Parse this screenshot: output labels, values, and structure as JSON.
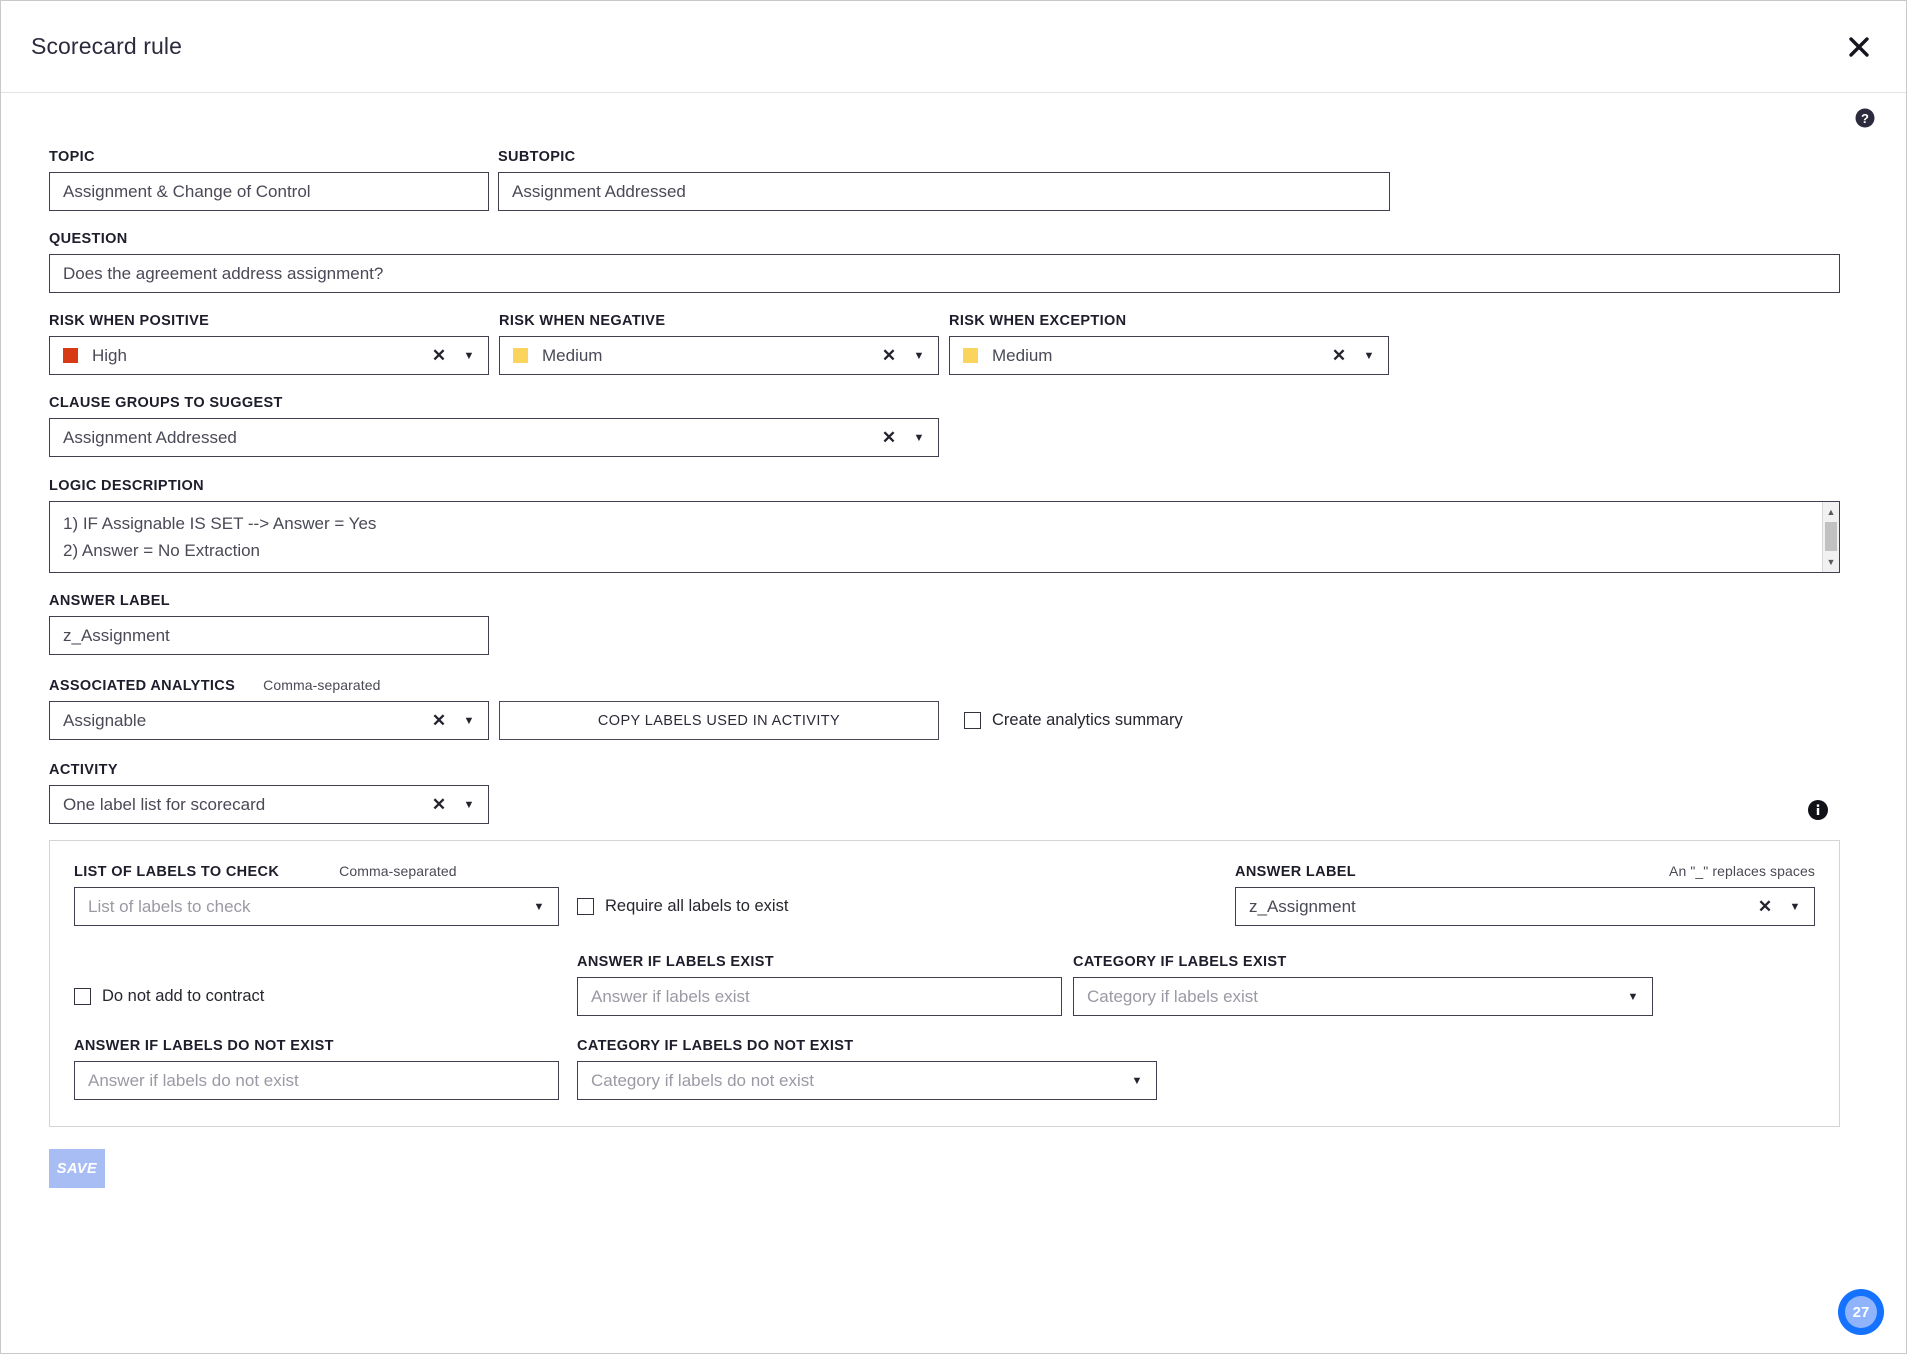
{
  "window": {
    "title": "Scorecard rule",
    "close_icon": "close-icon",
    "help_icon": "help-circle-icon"
  },
  "fields": {
    "topic": {
      "label": "TOPIC",
      "value": "Assignment & Change of Control"
    },
    "subtopic": {
      "label": "SUBTOPIC",
      "value": "Assignment Addressed"
    },
    "question": {
      "label": "QUESTION",
      "value": "Does the agreement address assignment?"
    },
    "risk_positive": {
      "label": "RISK WHEN POSITIVE",
      "value": "High",
      "color": "#d93a16"
    },
    "risk_negative": {
      "label": "RISK WHEN NEGATIVE",
      "value": "Medium",
      "color": "#fbd45e"
    },
    "risk_exception": {
      "label": "RISK WHEN EXCEPTION",
      "value": "Medium",
      "color": "#fbd45e"
    },
    "clause_groups": {
      "label": "CLAUSE GROUPS TO SUGGEST",
      "value": "Assignment Addressed"
    },
    "logic_description": {
      "label": "LOGIC DESCRIPTION",
      "lines": [
        "1) IF Assignable IS SET --> Answer = Yes",
        "2) Answer = No Extraction"
      ]
    },
    "answer_label": {
      "label": "ANSWER LABEL",
      "value": "z_Assignment"
    },
    "associated_analytics": {
      "label": "ASSOCIATED ANALYTICS",
      "hint": "Comma-separated",
      "value": "Assignable"
    },
    "copy_labels_button": "COPY LABELS USED IN ACTIVITY",
    "create_analytics_summary": {
      "label": "Create analytics summary",
      "checked": false
    },
    "activity": {
      "label": "ACTIVITY",
      "value": "One label list for scorecard"
    }
  },
  "panel": {
    "info_icon": "info-icon",
    "list_of_labels": {
      "label": "LIST OF LABELS TO CHECK",
      "hint": "Comma-separated",
      "placeholder": "List of labels to check",
      "value": ""
    },
    "require_all_labels": {
      "label": "Require all labels to exist",
      "checked": false
    },
    "answer_label": {
      "label": "ANSWER LABEL",
      "hint": "An \"_\" replaces spaces",
      "value": "z_Assignment"
    },
    "do_not_add_to_contract": {
      "label": "Do not add to contract",
      "checked": false
    },
    "answer_if_labels_exist": {
      "label": "ANSWER IF LABELS EXIST",
      "placeholder": "Answer if labels exist",
      "value": ""
    },
    "category_if_labels_exist": {
      "label": "CATEGORY IF LABELS EXIST",
      "placeholder": "Category if labels exist",
      "value": ""
    },
    "answer_if_labels_do_not_exist": {
      "label": "ANSWER IF LABELS DO NOT EXIST",
      "placeholder": "Answer if labels do not exist",
      "value": ""
    },
    "category_if_labels_do_not_exist": {
      "label": "CATEGORY IF LABELS DO NOT EXIST",
      "placeholder": "Category if labels do not exist",
      "value": ""
    }
  },
  "footer": {
    "save_label": "SAVE",
    "badge_count": "27",
    "badge_color": "#1472ff"
  },
  "icons": {
    "clear": "✕",
    "caret_down": "▼",
    "scroll_up": "▲",
    "scroll_down": "▼"
  }
}
